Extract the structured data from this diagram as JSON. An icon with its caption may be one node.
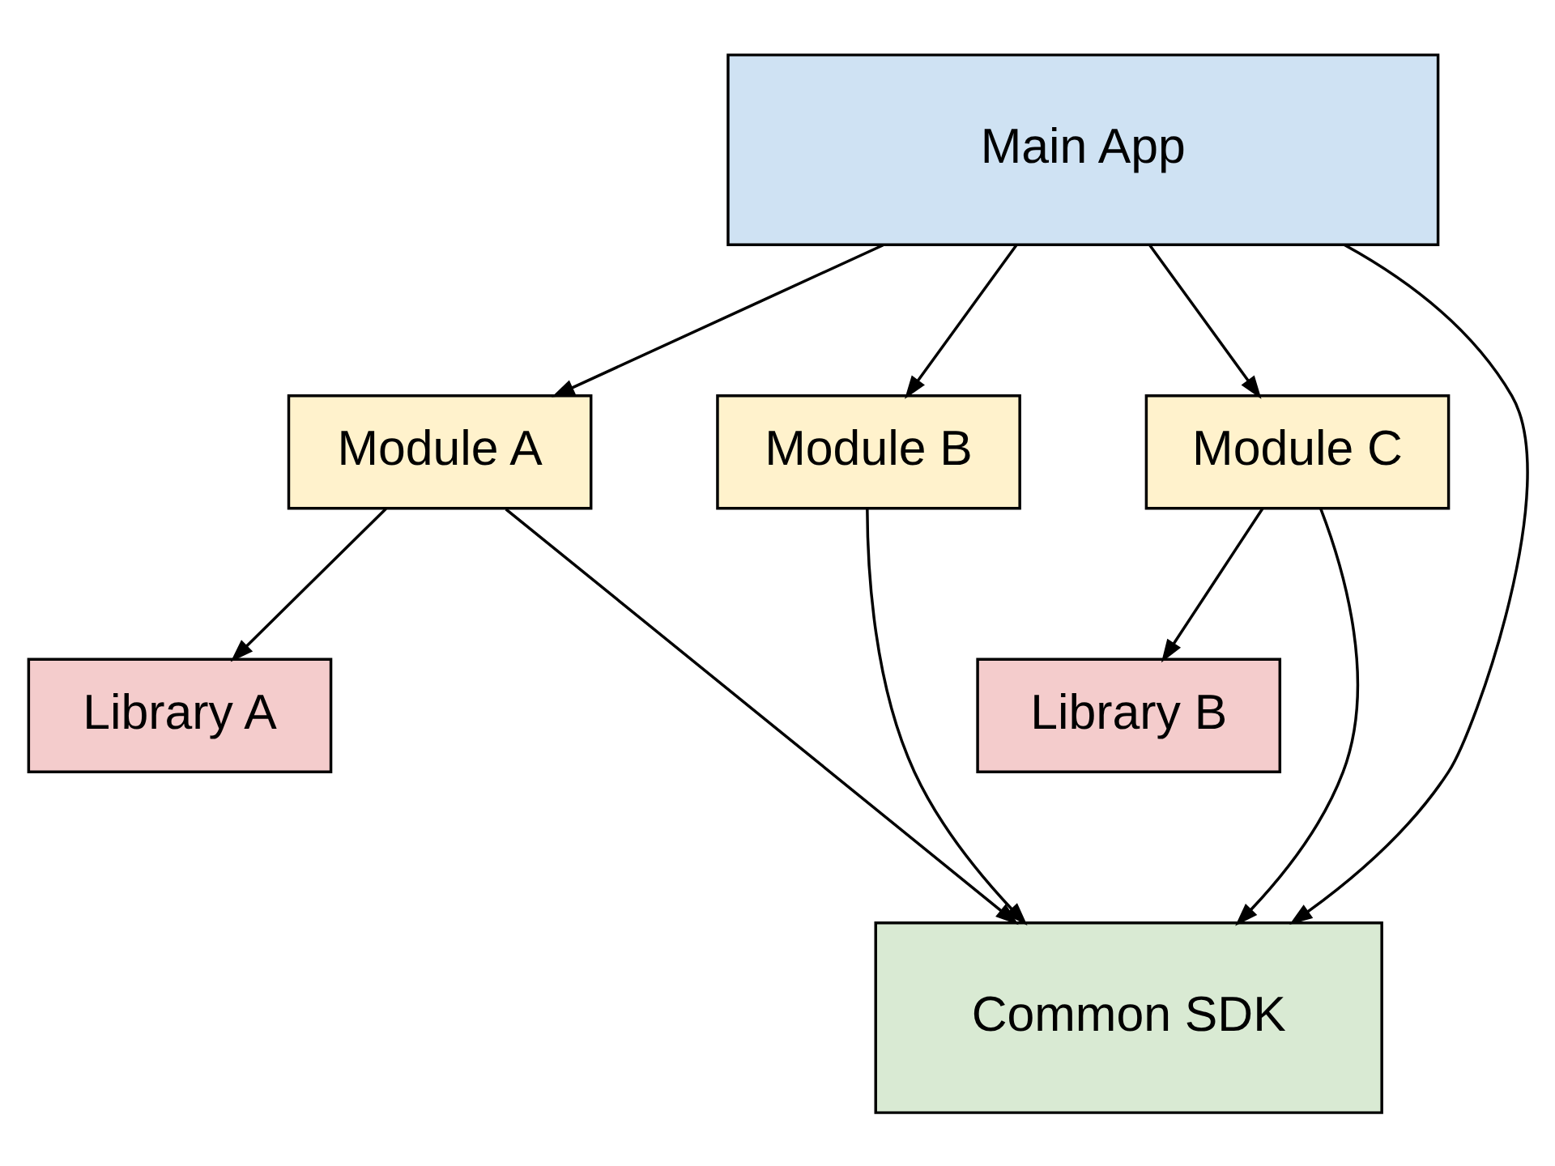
{
  "diagram": {
    "nodes": [
      {
        "text": [
          "Main App"
        ]
      },
      {
        "text": [
          "Module A"
        ]
      },
      {
        "text": [
          "Module B"
        ]
      },
      {
        "text": [
          "Module C"
        ]
      },
      {
        "text": [
          "Library A"
        ]
      },
      {
        "text": [
          "Library B"
        ]
      },
      {
        "text": [
          "Common SDK"
        ]
      }
    ],
    "edges": [
      {
        "from": 0,
        "to": 1,
        "arrow": "to"
      },
      {
        "from": 0,
        "to": 2,
        "arrow": "to"
      },
      {
        "from": 0,
        "to": 6,
        "arrow": "to"
      },
      {
        "from": 0,
        "to": 3,
        "arrow": "to"
      },
      {
        "from": 1,
        "to": 4,
        "arrow": "to"
      },
      {
        "from": 1,
        "to": 6,
        "arrow": "to"
      },
      {
        "from": 2,
        "to": 6,
        "arrow": "to"
      },
      {
        "from": 3,
        "to": 6,
        "arrow": "to"
      },
      {
        "from": 3,
        "to": 5,
        "arrow": "to"
      }
    ]
  }
}
